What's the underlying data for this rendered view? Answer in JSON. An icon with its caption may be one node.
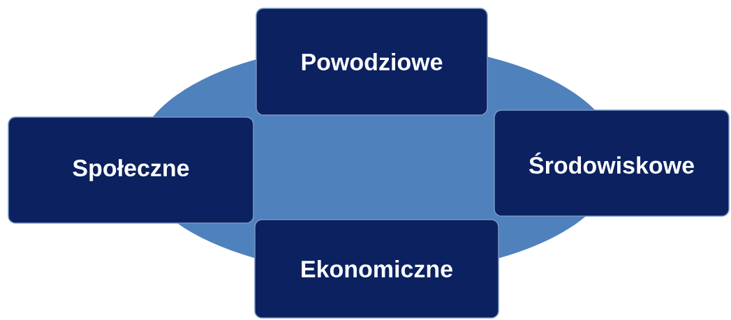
{
  "diagram": {
    "nodes": [
      {
        "text": [
          "Powodziowe"
        ]
      },
      {
        "text": [
          "Społeczne"
        ]
      },
      {
        "text": [
          "Środowiskowe"
        ]
      },
      {
        "text": [
          "Ekonomiczne"
        ]
      }
    ]
  }
}
